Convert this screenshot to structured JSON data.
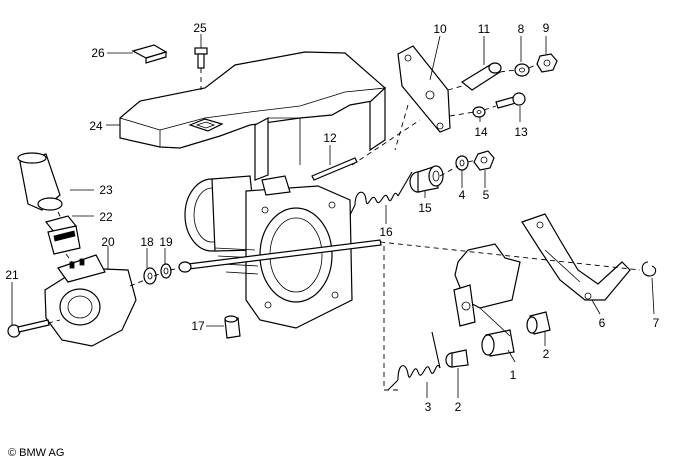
{
  "copyright": "© BMW AG",
  "part_labels": [
    "1",
    "2",
    "2",
    "3",
    "4",
    "5",
    "6",
    "7",
    "8",
    "9",
    "10",
    "11",
    "12",
    "13",
    "14",
    "15",
    "16",
    "17",
    "18",
    "19",
    "20",
    "21",
    "22",
    "23",
    "24",
    "25",
    "26"
  ]
}
